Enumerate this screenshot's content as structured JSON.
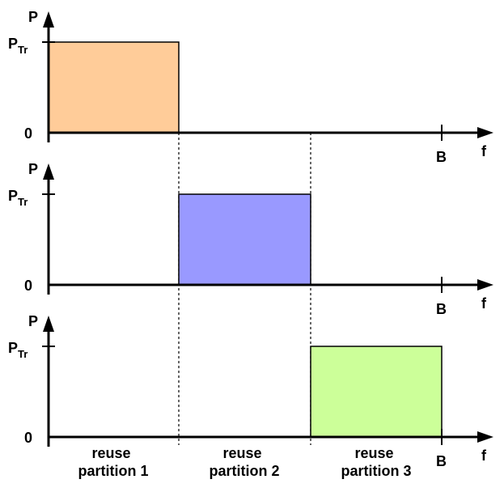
{
  "diagram": {
    "axis_labels": {
      "y": "P",
      "x": "f",
      "bandwidth": "B",
      "origin": "0",
      "power_main": "P",
      "power_sub": "Tr"
    },
    "colors": {
      "axis": "#000000",
      "divider": "#000000"
    },
    "panels": [
      {
        "fill": "#FFCC99",
        "band_start": 0,
        "band_end": 1
      },
      {
        "fill": "#9999FF",
        "band_start": 1,
        "band_end": 2
      },
      {
        "fill": "#CCFF99",
        "band_start": 2,
        "band_end": 3
      }
    ],
    "partitions": [
      {
        "line1": "reuse",
        "line2": "partition 1"
      },
      {
        "line1": "reuse",
        "line2": "partition 2"
      },
      {
        "line1": "reuse",
        "line2": "partition 3"
      }
    ]
  }
}
